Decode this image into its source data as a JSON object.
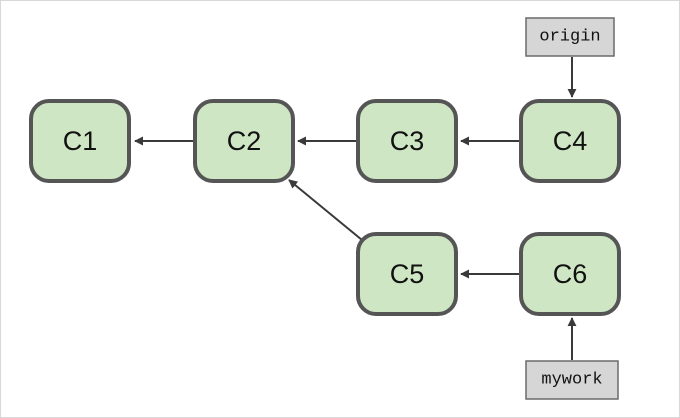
{
  "colors": {
    "background": "#ffffff",
    "frame": "#d8d8d8",
    "commit_fill": "#cfe6c4",
    "commit_stroke": "#555555",
    "ref_fill": "#d6d6d6",
    "ref_stroke": "#6a6a6a",
    "edge": "#3a3a3a"
  },
  "commits": [
    {
      "id": "c1",
      "label": "C1"
    },
    {
      "id": "c2",
      "label": "C2"
    },
    {
      "id": "c3",
      "label": "C3"
    },
    {
      "id": "c4",
      "label": "C4"
    },
    {
      "id": "c5",
      "label": "C5"
    },
    {
      "id": "c6",
      "label": "C6"
    }
  ],
  "refs": [
    {
      "id": "origin",
      "label": "origin",
      "target": "c4"
    },
    {
      "id": "mywork",
      "label": "mywork",
      "target": "c6"
    }
  ],
  "edges": [
    {
      "from": "c2",
      "to": "c1"
    },
    {
      "from": "c3",
      "to": "c2"
    },
    {
      "from": "c4",
      "to": "c3"
    },
    {
      "from": "c5",
      "to": "c2"
    },
    {
      "from": "c6",
      "to": "c5"
    }
  ]
}
